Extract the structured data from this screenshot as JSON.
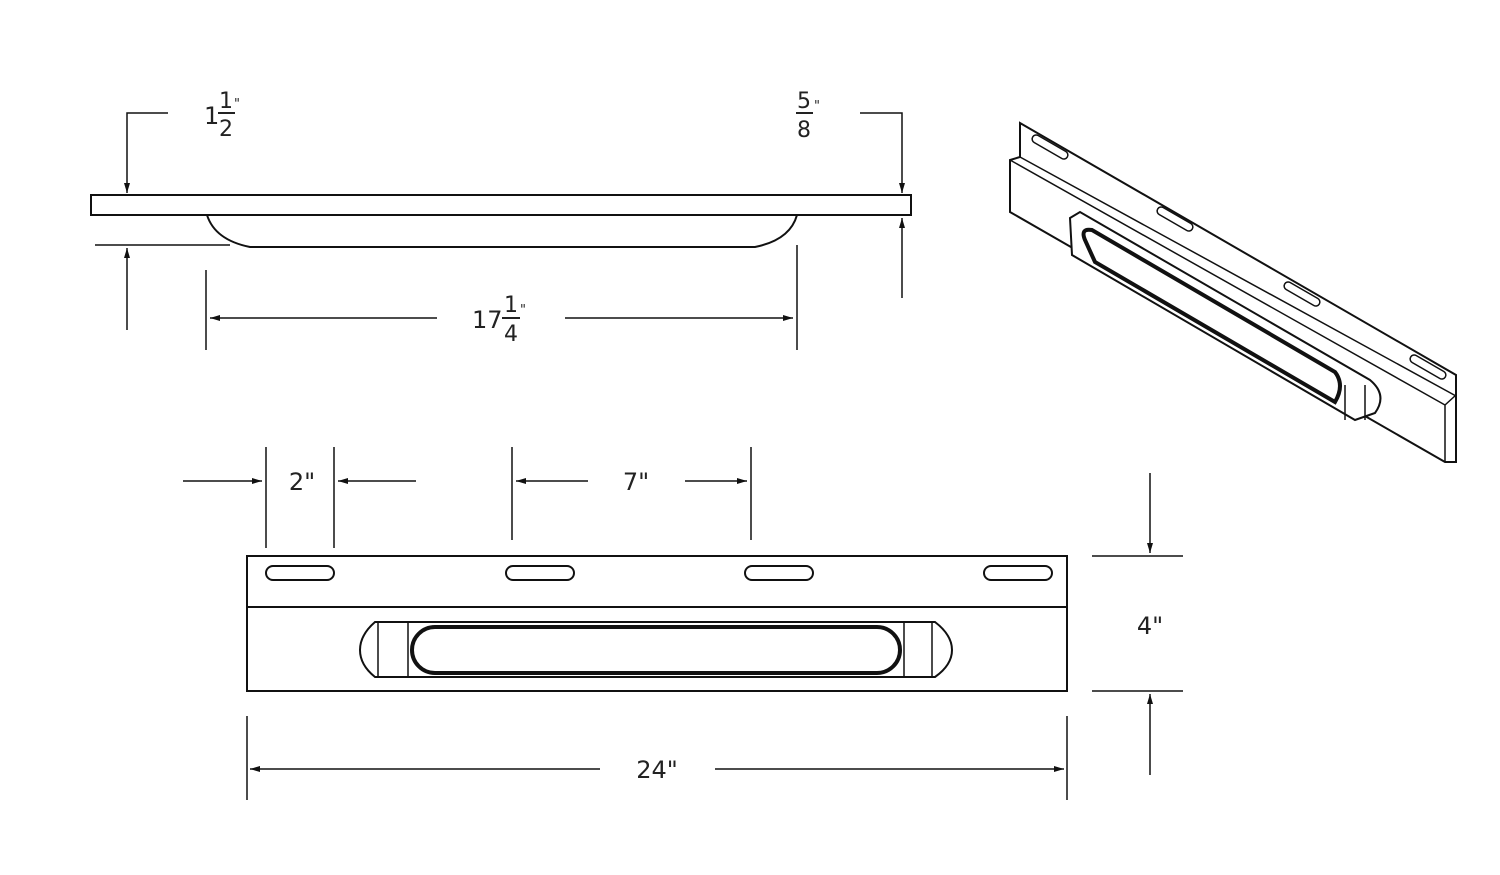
{
  "side_view": {
    "depth_dim": {
      "whole": "1",
      "num": "1",
      "den": "2",
      "unit": "\""
    },
    "plate_dim": {
      "num": "5",
      "den": "8",
      "unit": "\""
    },
    "lens_length_dim": {
      "whole": "17",
      "num": "1",
      "den": "4",
      "unit": "\""
    }
  },
  "front_view": {
    "slot_length": "2\"",
    "slot_spacing": "7\"",
    "height": "4\"",
    "overall_length": "24\""
  },
  "colors": {
    "line": "#111111",
    "background": "#ffffff"
  }
}
